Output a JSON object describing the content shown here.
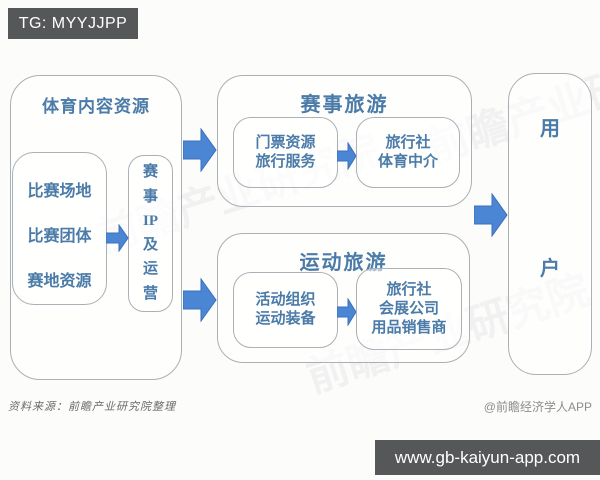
{
  "banners": {
    "tg_label": "TG: MYYJJPP",
    "url_label": "www.gb-kaiyun-app.com"
  },
  "colors": {
    "arrow": "#4a86d4",
    "arrow_border": "#3a70bd",
    "text_blue": "#4b7ba8",
    "box_border": "#a9b0b6",
    "dark_bg": "#565758"
  },
  "diagram": {
    "left_panel": {
      "title": "体育内容资源",
      "resources": [
        "比赛场地",
        "比赛团体",
        "赛地资源"
      ],
      "ip_segments": [
        "赛",
        "事",
        "IP",
        "及",
        "运",
        "营"
      ]
    },
    "event_tourism": {
      "title": "赛事旅游",
      "box1": [
        "门票资源",
        "旅行服务"
      ],
      "box2": [
        "旅行社",
        "体育中介"
      ]
    },
    "sport_tourism": {
      "title": "运动旅游",
      "box1": [
        "活动组织",
        "运动装备"
      ],
      "box2": [
        "旅行社",
        "会展公司",
        "用品销售商"
      ]
    },
    "user": [
      "用",
      "户"
    ]
  },
  "footer": {
    "source": "资料来源：前瞻产业研究院整理",
    "credit": "@前瞻经济学人APP"
  },
  "watermark": "前瞻产业研究院"
}
